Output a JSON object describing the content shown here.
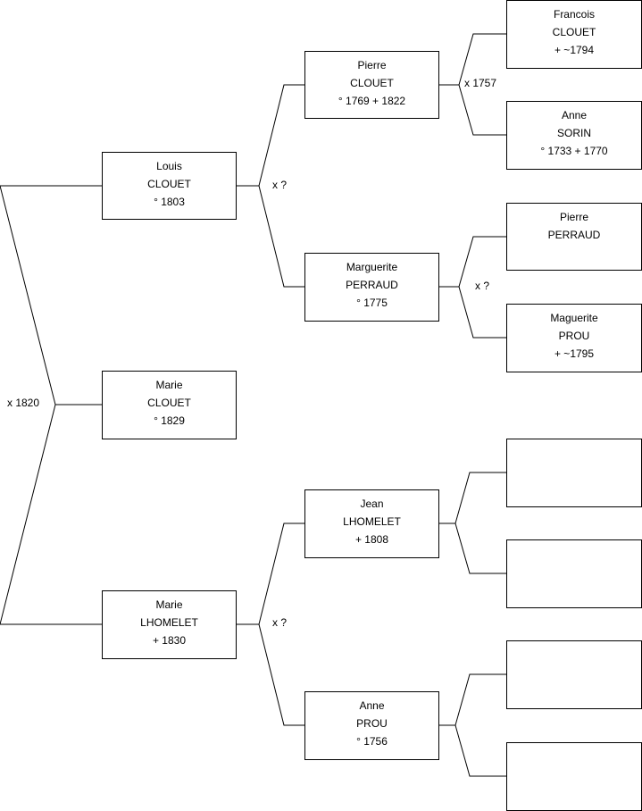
{
  "persons": {
    "p_root": {
      "first": "Marie",
      "last": "CLOUET",
      "dates": "° 1829"
    },
    "p_father": {
      "first": "Louis",
      "last": "CLOUET",
      "dates": "° 1803"
    },
    "p_mother": {
      "first": "Marie",
      "last": "LHOMELET",
      "dates": "+ 1830"
    },
    "p_pgf": {
      "first": "Pierre",
      "last": "CLOUET",
      "dates": "° 1769 + 1822"
    },
    "p_pgm": {
      "first": "Marguerite",
      "last": "PERRAUD",
      "dates": "° 1775"
    },
    "p_mgf": {
      "first": "Jean",
      "last": "LHOMELET",
      "dates": "+ 1808"
    },
    "p_mgm": {
      "first": "Anne",
      "last": "PROU",
      "dates": "° 1756"
    },
    "p_ggf1": {
      "first": "Francois",
      "last": "CLOUET",
      "dates": "+ ~1794"
    },
    "p_ggm1": {
      "first": "Anne",
      "last": "SORIN",
      "dates": "° 1733 + 1770"
    },
    "p_ggf2": {
      "first": "Pierre",
      "last": "PERRAUD",
      "dates": ""
    },
    "p_ggm2": {
      "first": "Maguerite",
      "last": "PROU",
      "dates": "+ ~1795"
    },
    "p_ggf3": {
      "first": "",
      "last": "",
      "dates": ""
    },
    "p_ggm3": {
      "first": "",
      "last": "",
      "dates": ""
    },
    "p_ggf4": {
      "first": "",
      "last": "",
      "dates": ""
    },
    "p_ggm4": {
      "first": "",
      "last": "",
      "dates": ""
    }
  },
  "marriages": {
    "m_parents": "x 1820",
    "m_paternal": "x ?",
    "m_maternal": "x ?",
    "m_ggp1": "x 1757",
    "m_ggp2": "x ?",
    "m_ggp3": "",
    "m_ggp4": ""
  }
}
